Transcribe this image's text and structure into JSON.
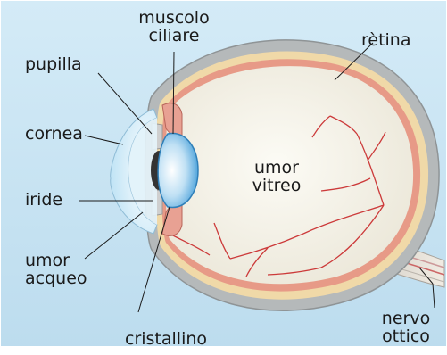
{
  "labels": {
    "muscolo_ciliare_1": "muscolo",
    "muscolo_ciliare_2": "ciliare",
    "retina": "rètina",
    "pupilla": "pupilla",
    "cornea": "cornea",
    "iride": "iride",
    "umor_acqueo_1": "umor",
    "umor_acqueo_2": "acqueo",
    "umor_vitreo_1": "umor",
    "umor_vitreo_2": "vitreo",
    "nervo_ottico_1": "nervo",
    "nervo_ottico_2": "ottico",
    "cristallino": "cristallino"
  },
  "colors": {
    "background": "#c6e2f2",
    "sclera": "#b5b9ba",
    "choroid": "#f0d9a8",
    "retina": "#e79a87",
    "vitreous": "#f7f5ec",
    "cornea": "#d8eef8",
    "lens": "#4aa3dd",
    "pupil": "#333333",
    "muscle": "#e8a193",
    "vessels": "#cc3a3a",
    "leader_lines": "#1a1a1a"
  }
}
